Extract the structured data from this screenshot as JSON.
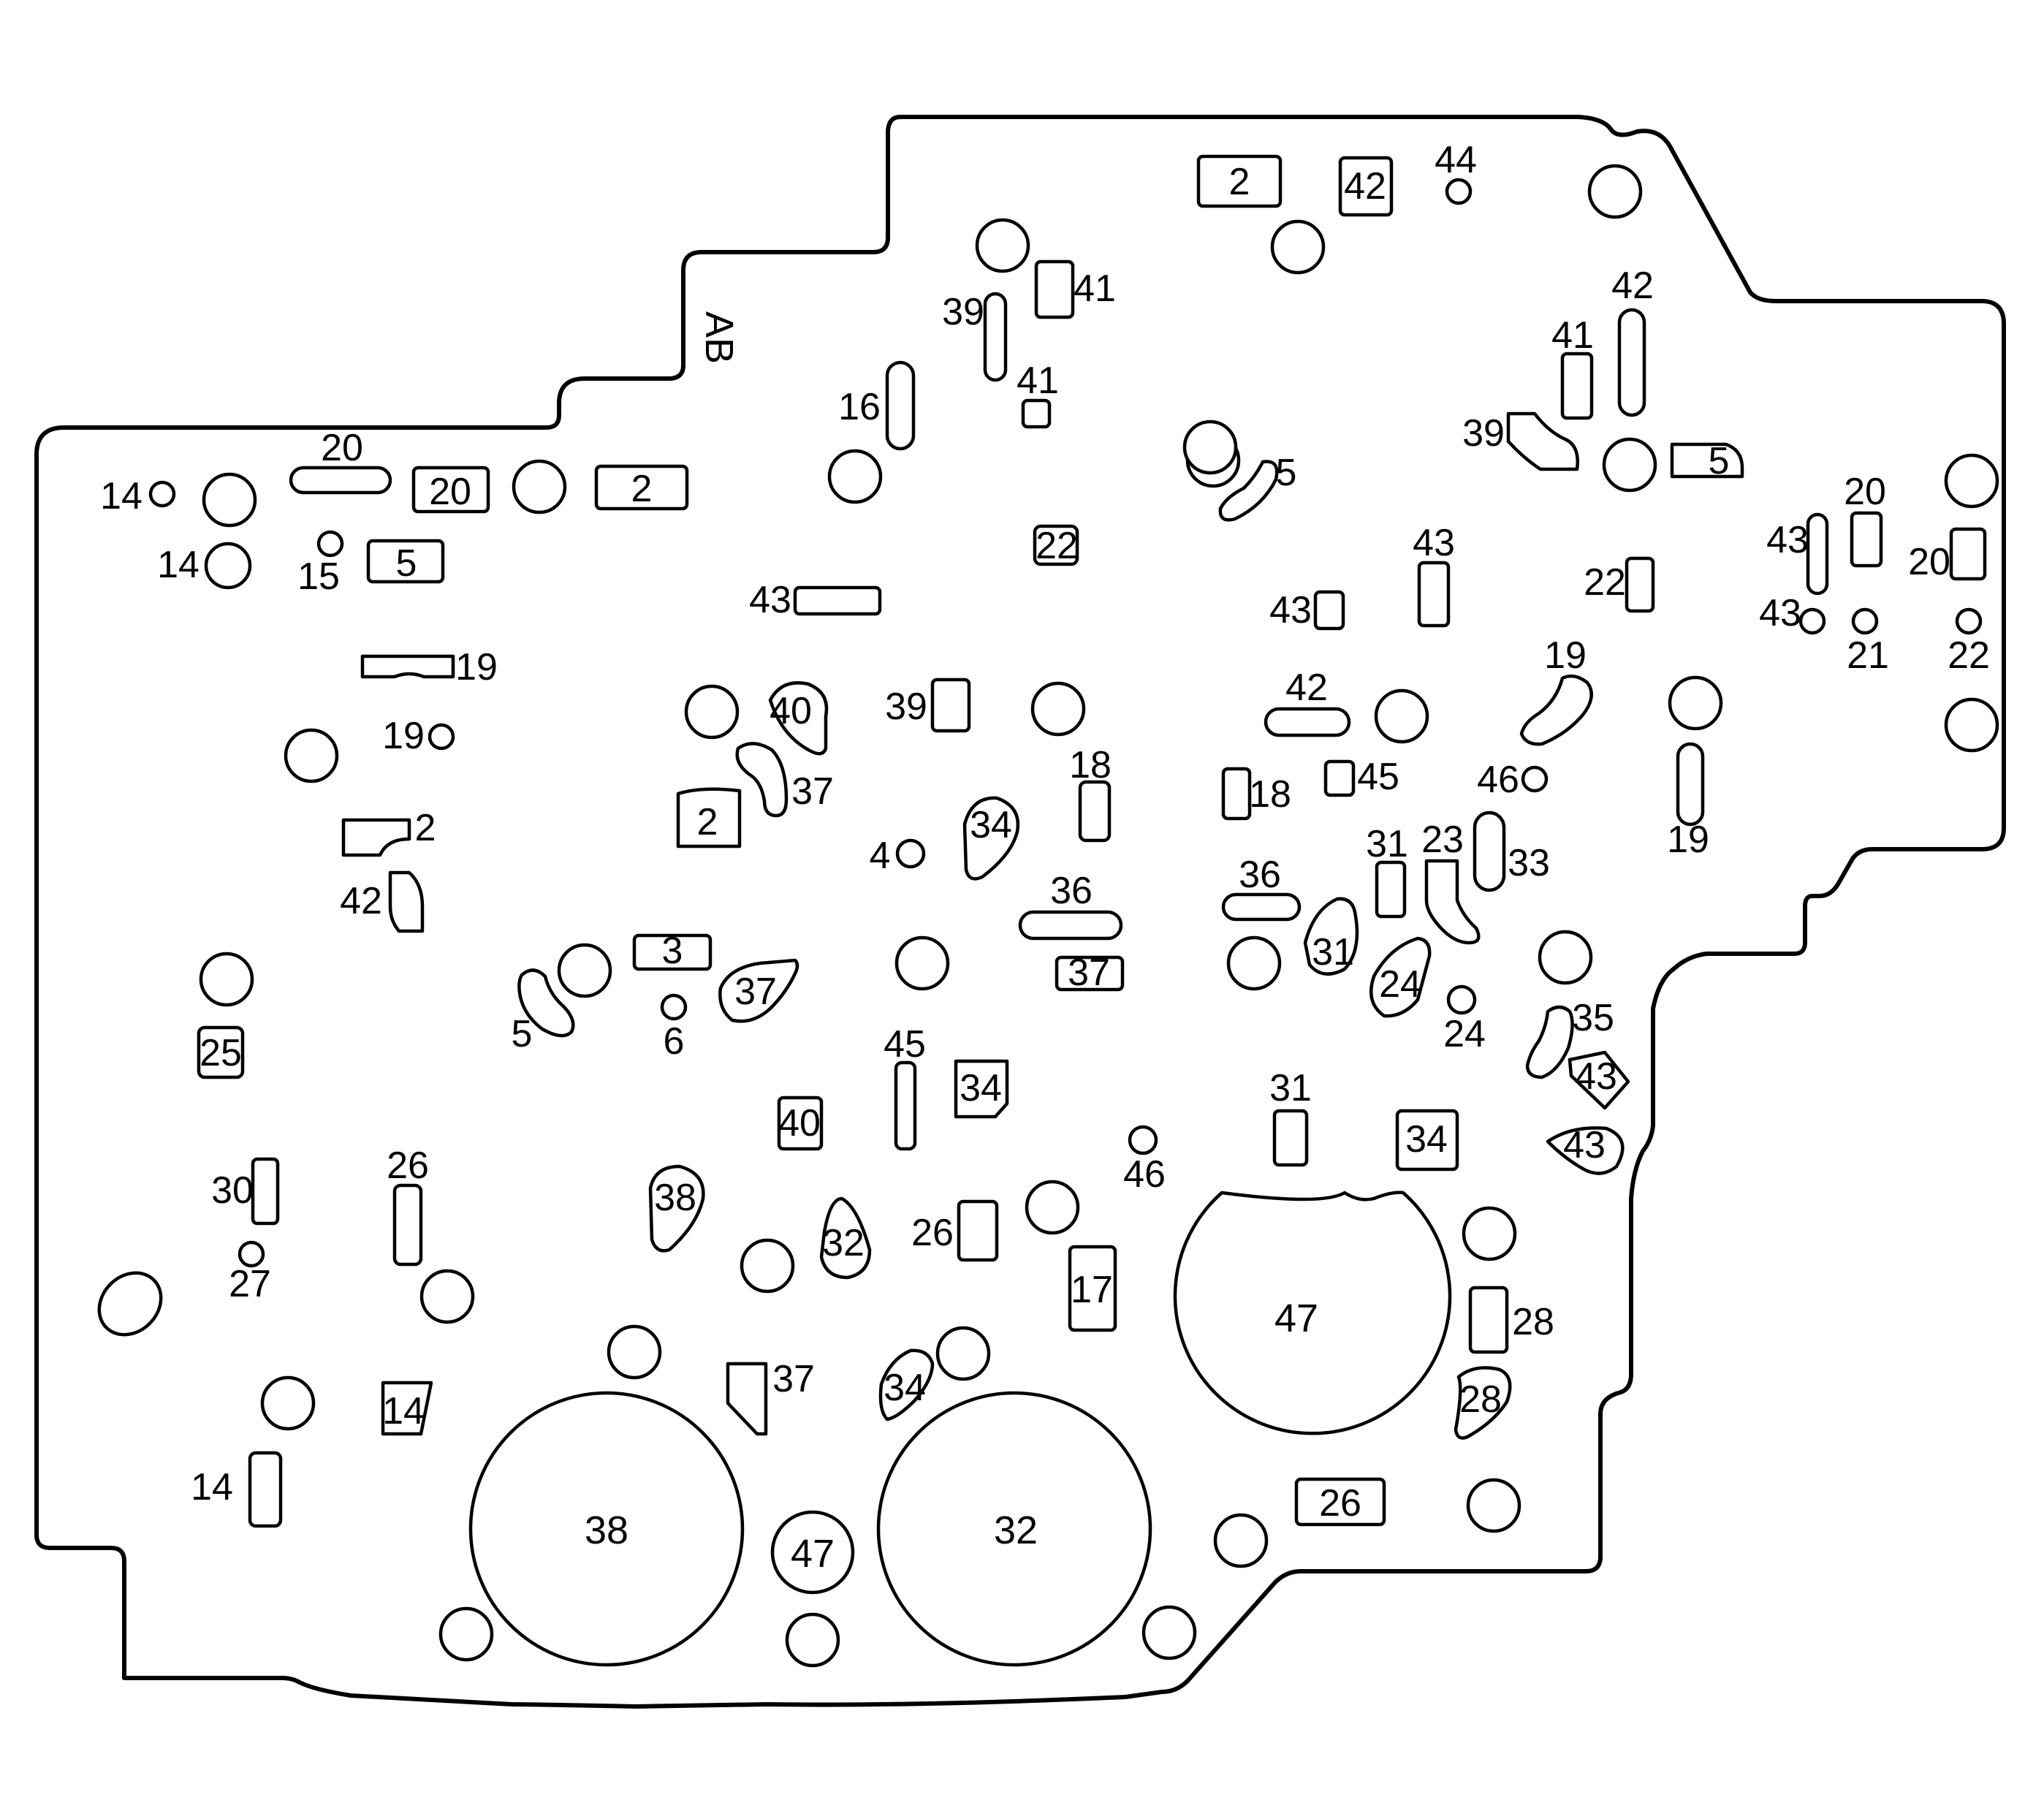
{
  "diagram": {
    "stamp": "AB",
    "labels": {
      "l_2a": "2",
      "l_42a": "42",
      "l_44": "44",
      "l_41a": "41",
      "l_39a": "39",
      "l_42b": "42",
      "l_41b": "41",
      "l_16": "16",
      "l_41c": "41",
      "l_39b": "39",
      "l_5a": "5",
      "l_5b": "5",
      "l_20a": "20",
      "l_20b": "20",
      "l_2b": "2",
      "l_14a": "14",
      "l_14b": "14",
      "l_15": "15",
      "l_5c": "5",
      "l_22a": "22",
      "l_43a": "43",
      "l_43b": "43",
      "l_43c": "43",
      "l_22b": "22",
      "l_43d": "43",
      "l_20c": "20",
      "l_20d": "20",
      "l_43e": "43",
      "l_21": "21",
      "l_22c": "22",
      "l_19a": "19",
      "l_19b": "19",
      "l_40a": "40",
      "l_39c": "39",
      "l_42c": "42",
      "l_19c": "19",
      "l_19d": "19",
      "l_37a": "37",
      "l_18a": "18",
      "l_18b": "18",
      "l_45a": "45",
      "l_46a": "46",
      "l_2c": "2",
      "l_2d": "2",
      "l_4": "4",
      "l_34a": "34",
      "l_31a": "31",
      "l_23": "23",
      "l_33": "33",
      "l_42d": "42",
      "l_36a": "36",
      "l_36b": "36",
      "l_3": "3",
      "l_37b": "37",
      "l_31b": "31",
      "l_24a": "24",
      "l_37c": "37",
      "l_5d": "5",
      "l_6": "6",
      "l_24b": "24",
      "l_35": "35",
      "l_25": "25",
      "l_45b": "45",
      "l_34b": "34",
      "l_43f": "43",
      "l_40b": "40",
      "l_31c": "31",
      "l_34c": "34",
      "l_43g": "43",
      "l_46b": "46",
      "l_30": "30",
      "l_26a": "26",
      "l_38a": "38",
      "l_32a": "32",
      "l_26b": "26",
      "l_17": "17",
      "l_47a": "47",
      "l_27": "27",
      "l_28a": "28",
      "l_37d": "37",
      "l_34d": "34",
      "l_28b": "28",
      "l_14c": "14",
      "l_14d": "14",
      "l_38b": "38",
      "l_47b": "47",
      "l_32b": "32",
      "l_26c": "26"
    }
  }
}
